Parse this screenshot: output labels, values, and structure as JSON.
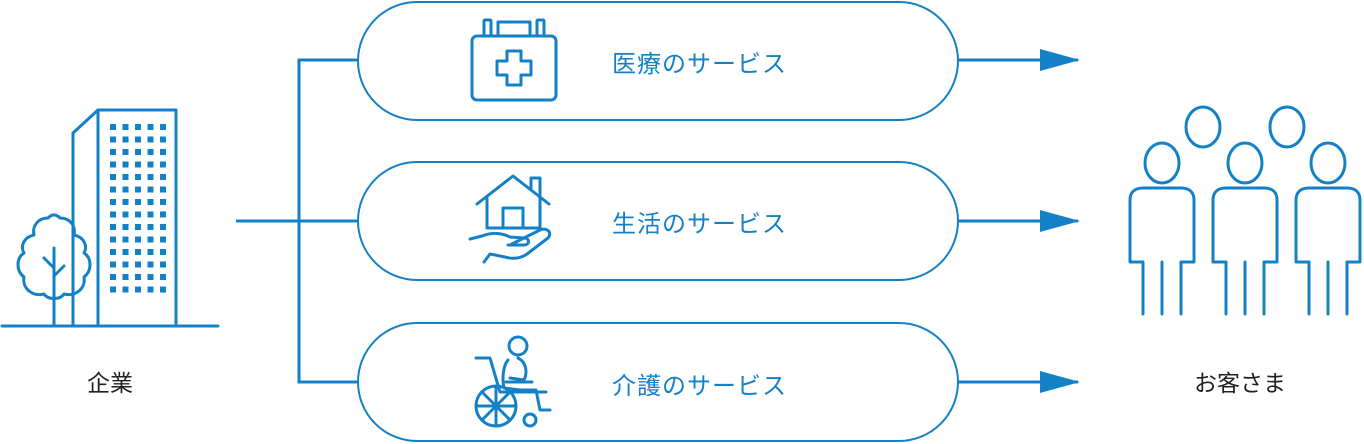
{
  "colors": {
    "accent": "#1481c7",
    "text": "#222222",
    "background": "#ffffff"
  },
  "left": {
    "label": "企業",
    "icon": "company-building-icon"
  },
  "right": {
    "label": "お客さま",
    "icon": "customers-group-icon"
  },
  "services": [
    {
      "label": "医療のサービス",
      "icon": "first-aid-kit-icon"
    },
    {
      "label": "生活のサービス",
      "icon": "house-on-hand-icon"
    },
    {
      "label": "介護のサービス",
      "icon": "wheelchair-icon"
    }
  ]
}
